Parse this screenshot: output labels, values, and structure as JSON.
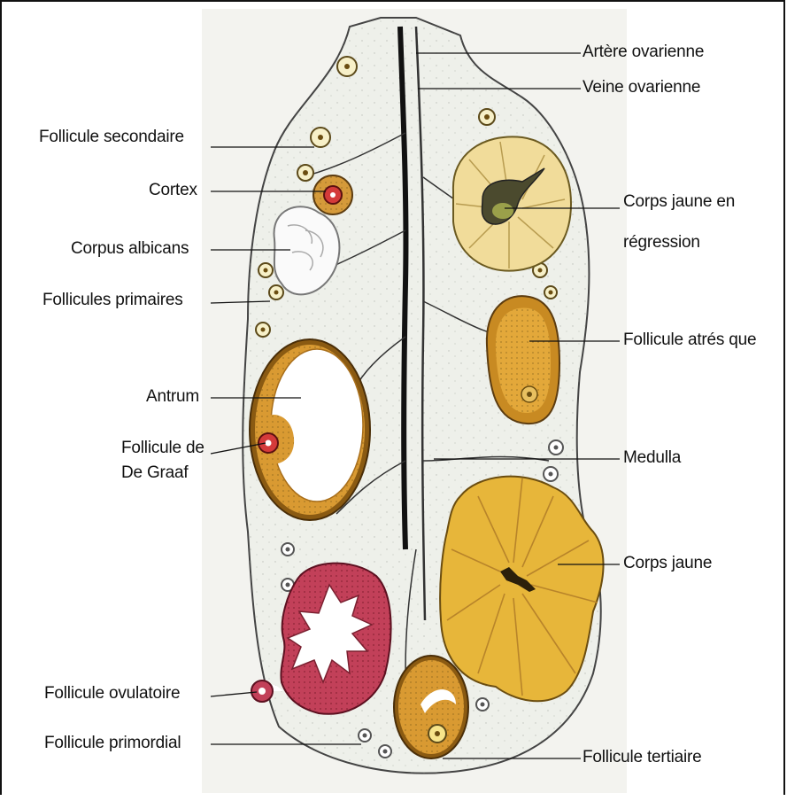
{
  "labels": {
    "artere": "Artère ovarienne",
    "veine": "Veine ovarienne",
    "follicule_secondaire": "Follicule secondaire",
    "cortex": "Cortex",
    "corpus_albicans": "Corpus albicans",
    "follicules_primaires": "Follicules primaires",
    "antrum": "Antrum",
    "graaf_line1": "Follicule de",
    "graaf_line2": "De Graaf",
    "follicule_ovulatoire": "Follicule ovulatoire",
    "follicule_primordial": "Follicule primordial",
    "corps_jaune_regression_line1": "Corps jaune en",
    "corps_jaune_regression_line2": "régression",
    "follicule_atresique": "Follicule atrés que",
    "medulla": "Medulla",
    "corps_jaune": "Corps jaune",
    "follicule_tertiaire": "Follicule tertiaire"
  },
  "colors": {
    "tissue": "#eef0ea",
    "vessel": "#111111",
    "yellow_body": "#f1dc9a",
    "golden_body": "#e7b63a",
    "follicle_wall": "#c88a22",
    "ovulatory": "#c4405a",
    "oocyte_red": "#d43a3a",
    "antrum_fill": "#ffffff"
  }
}
